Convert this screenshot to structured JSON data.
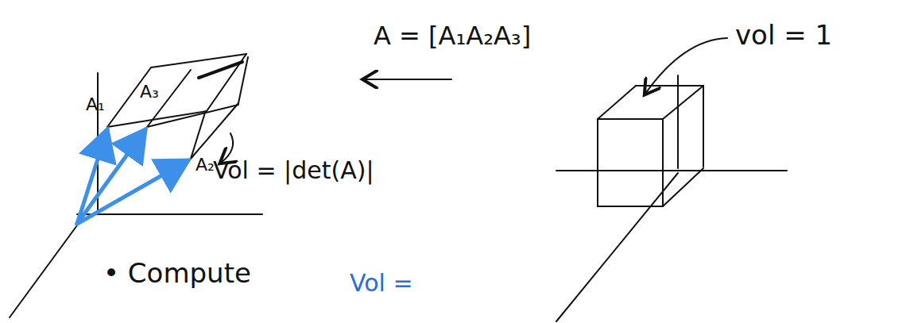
{
  "diagram": {
    "labels": [
      "A₁",
      "A₃",
      "A₂",
      "Vol = |det(A)|",
      "A = [A₁A₂A₃]",
      "vol = 1",
      "• Compute",
      "Vol ="
    ]
  }
}
